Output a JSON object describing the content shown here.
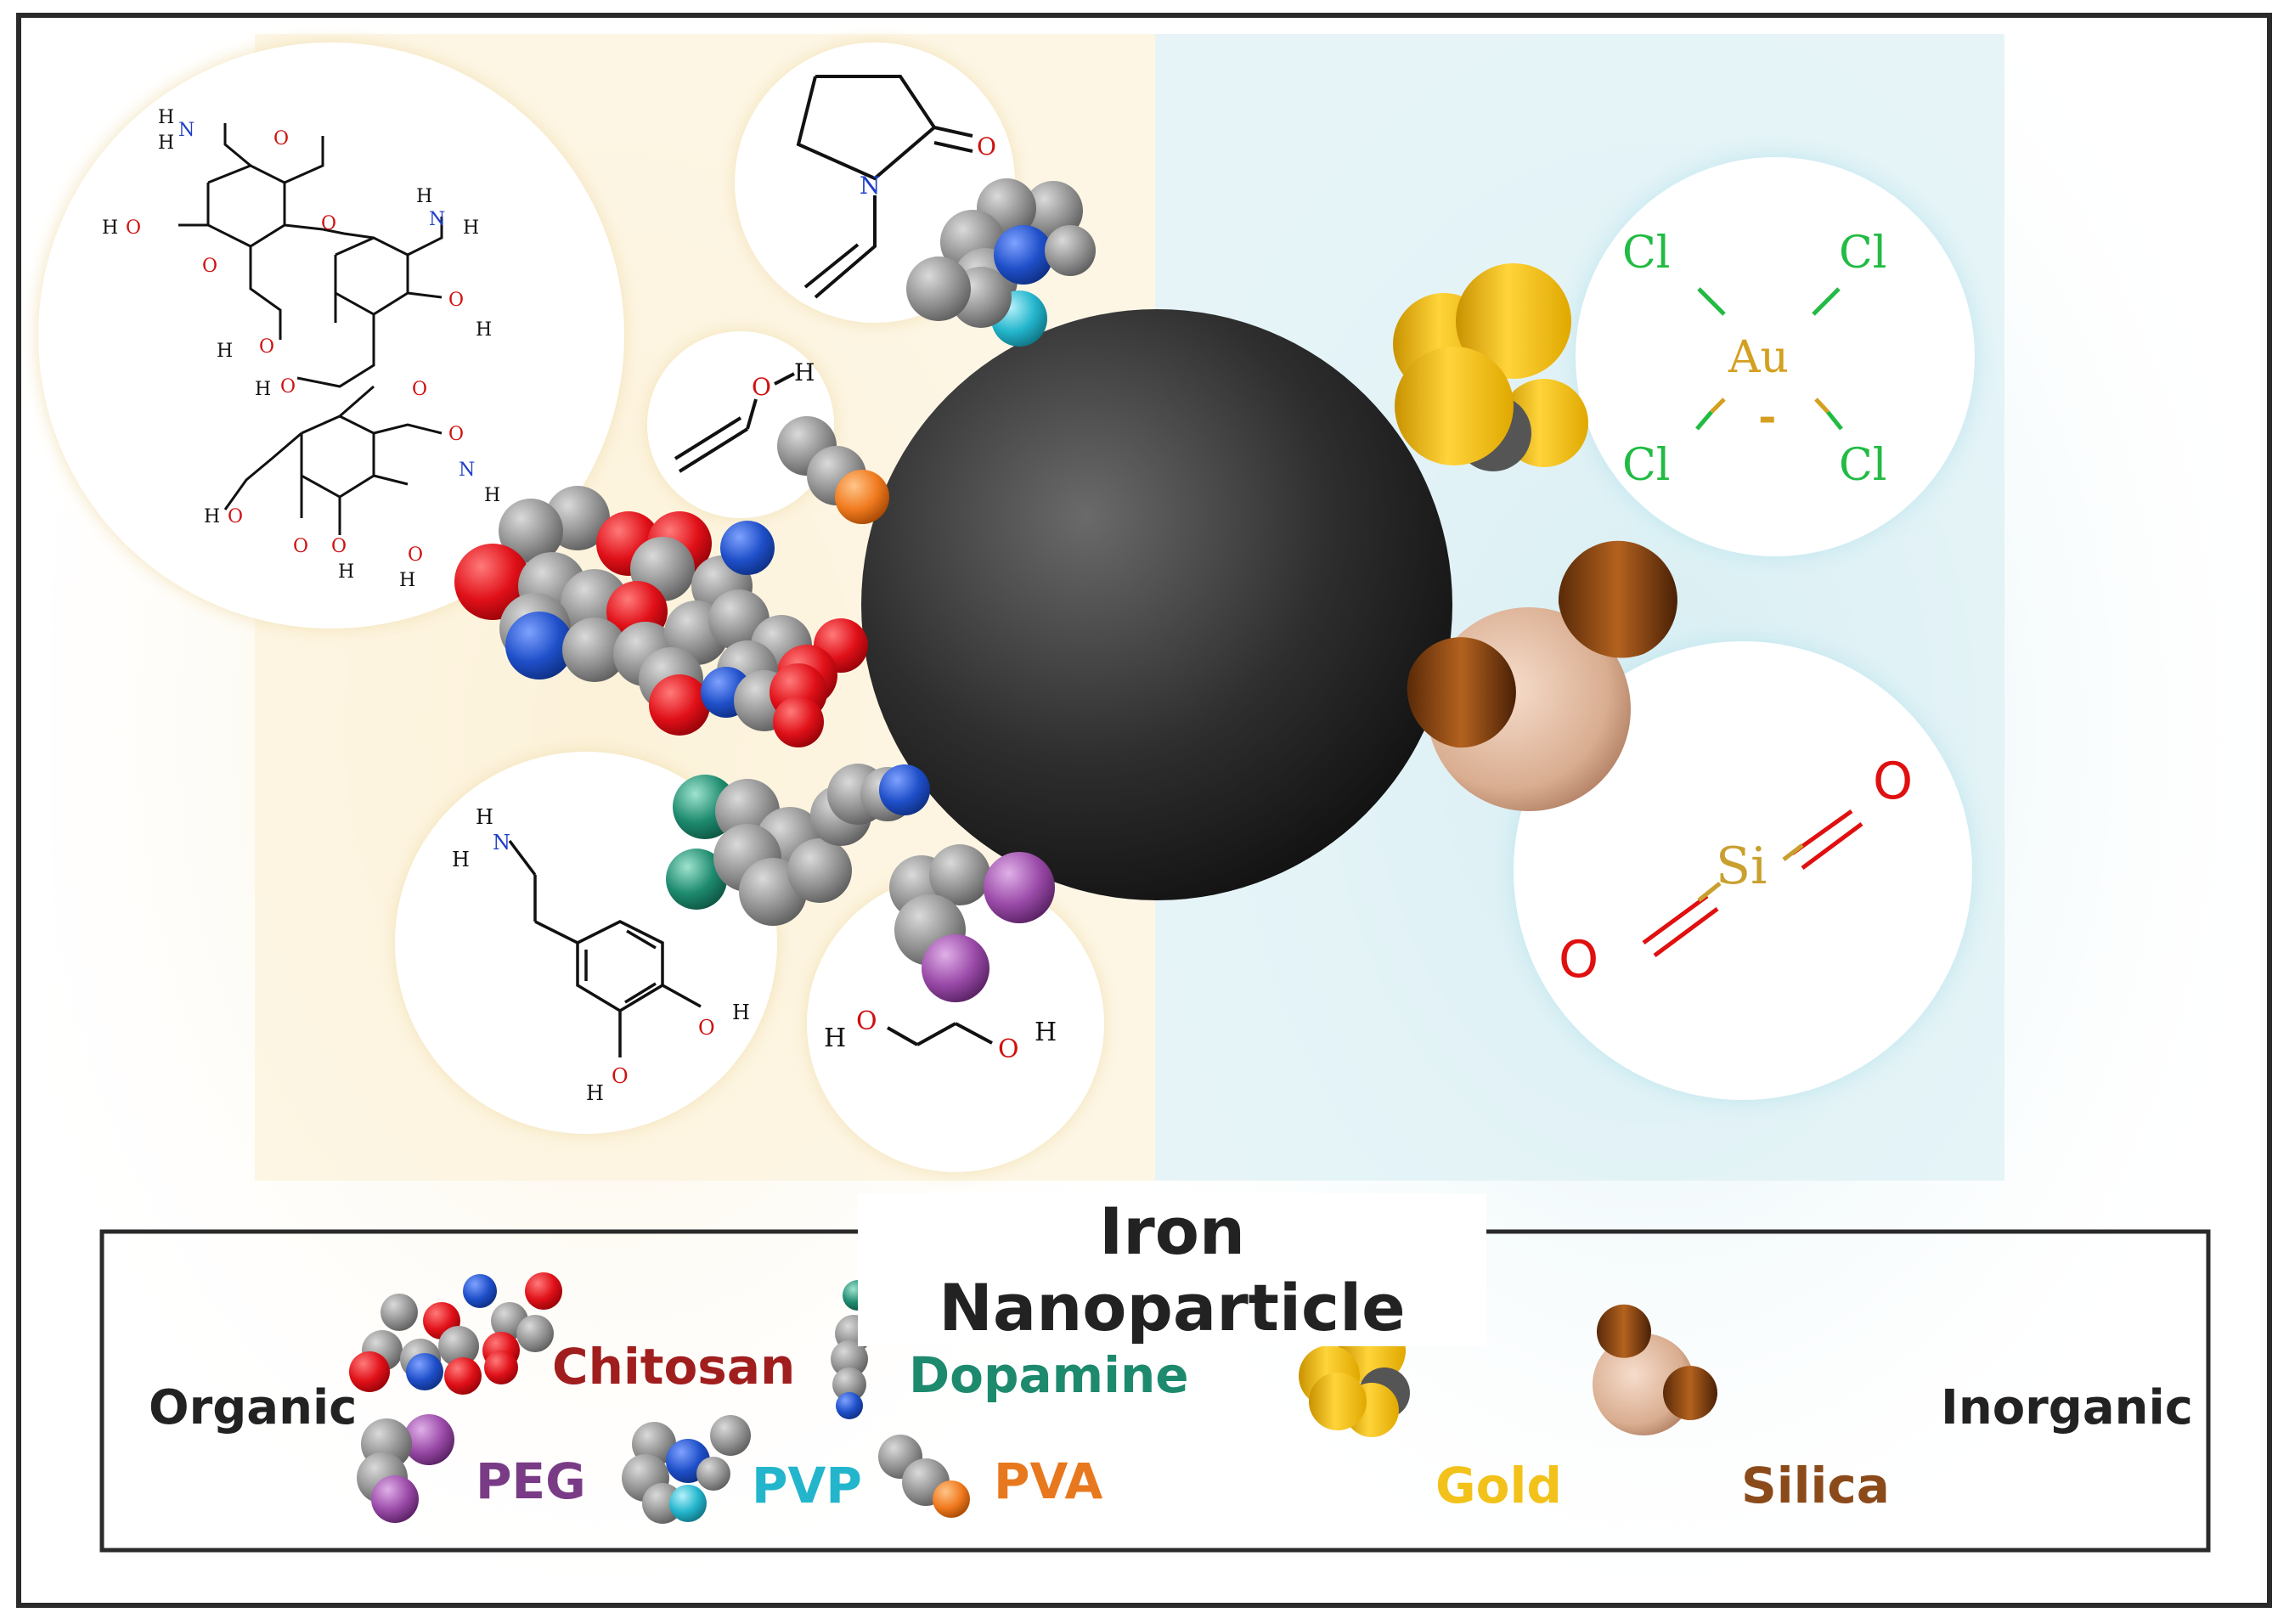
{
  "title": "Iron Nanoparticle",
  "categories": {
    "organic": "Organic",
    "inorganic": "Inorganic"
  },
  "legend": [
    {
      "key": "chitosan",
      "label": "Chitosan",
      "color": "#a01e1e"
    },
    {
      "key": "dopamine",
      "label": "Dopamine",
      "color": "#1d8a6e"
    },
    {
      "key": "peg",
      "label": "PEG",
      "color": "#7a3b86"
    },
    {
      "key": "pvp",
      "label": "PVP",
      "color": "#23b5cc"
    },
    {
      "key": "pva",
      "label": "PVA",
      "color": "#e8781e"
    },
    {
      "key": "gold",
      "label": "Gold",
      "color": "#f2c21a"
    },
    {
      "key": "silica",
      "label": "Silica",
      "color": "#8b4a1a"
    }
  ],
  "structures": {
    "pvp": {
      "o": "O",
      "n": "N"
    },
    "pva": {
      "o": "O",
      "h": "H"
    },
    "chitosan": {
      "o": "O",
      "h": "H",
      "n": "N"
    },
    "dopamine": {
      "n": "N",
      "h": "H",
      "o": "O"
    },
    "peg": {
      "h": "H",
      "o": "O"
    },
    "gold": {
      "cl": "Cl",
      "au": "Au",
      "charge": "-"
    },
    "silica": {
      "si": "Si",
      "o": "O"
    }
  },
  "colors": {
    "organic_bg": "#fbf1d8",
    "inorganic_bg": "#d6eef2",
    "core": "#2a2a2a",
    "carbon": "#8a8a8a",
    "oxygen": "#e0141c",
    "nitrogen": "#1f4fc9"
  }
}
